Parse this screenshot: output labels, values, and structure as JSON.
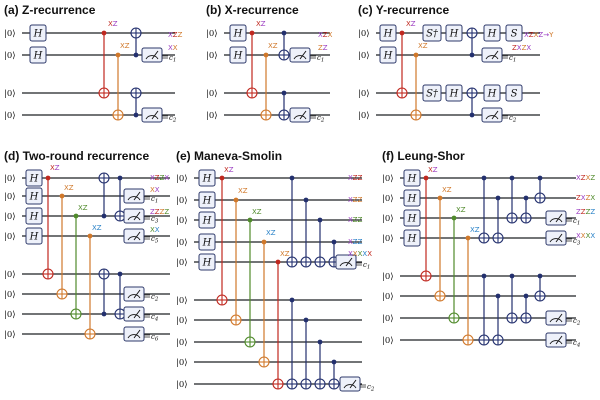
{
  "colors": {
    "red": "#c0281f",
    "orange": "#d0782a",
    "green": "#4f8a2a",
    "blue": "#2a82c8",
    "purple": "#9a3cc2",
    "navy": "#23306e"
  },
  "ket_label": "|0⟩",
  "panels": [
    {
      "id": "a",
      "title": "(a) Z-recurrence",
      "kets": 4,
      "gates": [
        {
          "q": 0,
          "t": "H"
        },
        {
          "q": 1,
          "t": "H"
        },
        {
          "q": 3,
          "t": "M",
          "c": "c2"
        },
        {
          "q": 1,
          "t": "M",
          "c": "c1"
        }
      ],
      "annotations": [
        "XZ",
        "XZ",
        "XZZ",
        "XX"
      ],
      "cbits": [
        "c1",
        "c2"
      ]
    },
    {
      "id": "b",
      "title": "(b) X-recurrence",
      "annotations": [
        "XZ",
        "XZ",
        "XZX",
        "ZZ"
      ],
      "cbits": [
        "c1",
        "c2"
      ]
    },
    {
      "id": "c",
      "title": "(c) Y-recurrence",
      "gate_labels": [
        "H",
        "S†",
        "H",
        "H",
        "S"
      ],
      "annotations": [
        "XZ",
        "XZ",
        "XZXZ→Y",
        "ZXZX"
      ],
      "cbits": [
        "c1",
        "c2"
      ]
    },
    {
      "id": "d",
      "title": "(d) Two-round recurrence",
      "annotations": [
        "XZ",
        "XZ",
        "XZ",
        "XZ",
        "XZZX",
        "XX",
        "ZZZZ",
        "XX"
      ],
      "cbits": [
        "c1",
        "c3",
        "c5",
        "c2",
        "c4",
        "c6"
      ]
    },
    {
      "id": "e",
      "title": "(e) Maneva-Smolin",
      "annotations": [
        "XZ",
        "XZ",
        "XZ",
        "XZ",
        "XZ",
        "XZZ",
        "XZZ",
        "XZZ",
        "XZZ",
        "XXXXX"
      ],
      "cbits": [
        "c1",
        "c2"
      ]
    },
    {
      "id": "f",
      "title": "(f) Leung-Shor",
      "annotations": [
        "XZ",
        "XZ",
        "XZ",
        "XZ",
        "XZXZ",
        "ZXZX",
        "ZZZZ",
        "XXXX"
      ],
      "cbits": [
        "c1",
        "c3",
        "c2",
        "c4"
      ]
    }
  ]
}
